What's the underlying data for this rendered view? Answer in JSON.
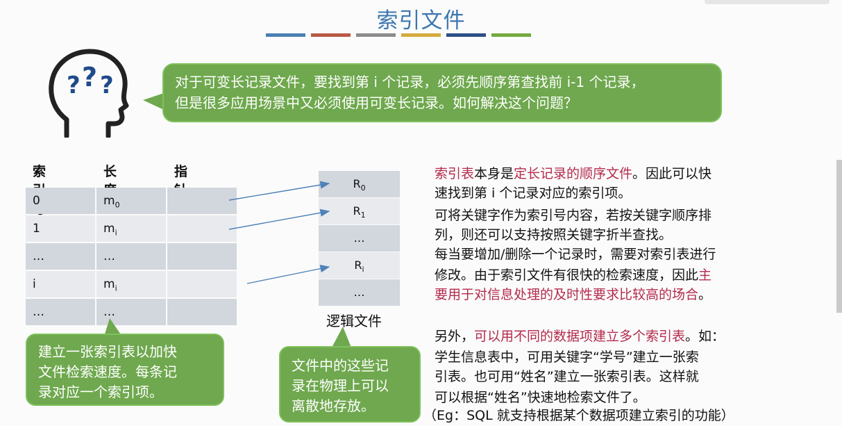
{
  "title": "索引文件",
  "color_bars": [
    "#4a7fb1",
    "#b85a46",
    "#8c8c8c",
    "#d4ab3d",
    "#2f4f86",
    "#74aa3f"
  ],
  "question_bubble": {
    "line1": "对于可变长记录文件，要找到第 i 个记录，必须先顺序第查找前 i-1 个记录，",
    "line2": "但是很多应用场景中又必须使用可变长记录。如何解决这个问题？"
  },
  "index_table": {
    "headers": [
      "索引号",
      "长度m",
      "指针ptr"
    ],
    "rows": [
      {
        "idx": "0",
        "len_base": "m",
        "len_sub": "0"
      },
      {
        "idx": "1",
        "len_base": "m",
        "len_sub": "i"
      },
      {
        "idx": "…",
        "len_base": "…",
        "len_sub": ""
      },
      {
        "idx": "i",
        "len_base": "m",
        "len_sub": "i"
      },
      {
        "idx": "…",
        "len_base": "…",
        "len_sub": ""
      }
    ]
  },
  "logical_file": {
    "cells": [
      {
        "base": "R",
        "sub": "0"
      },
      {
        "base": "R",
        "sub": "1"
      },
      {
        "base": "…",
        "sub": ""
      },
      {
        "base": "R",
        "sub": "i"
      },
      {
        "base": "…",
        "sub": ""
      }
    ],
    "caption": "逻辑文件"
  },
  "note_left": {
    "line1": "建立一张索引表以加快",
    "line2": "文件检索速度。每条记",
    "line3": "录对应一个索引项。"
  },
  "note_mid": {
    "line1": "文件中的这些记",
    "line2": "录在物理上可以",
    "line3": "离散地存放。"
  },
  "right_text": {
    "p1_hl1": "索引表",
    "p1_t1": "本身是",
    "p1_hl2": "定长记录的顺序文件",
    "p1_t2": "。因此可以快",
    "p1_l2": "速找到第 i 个记录对应的索引项。",
    "p2_l1": "可将关键字作为索引号内容，若按关键字顺序排",
    "p2_l2": "列，则还可以支持按照关键字折半查找。",
    "p3_l1": "每当要增加/删除一个记录时，需要对索引表进行",
    "p3_l2_t": "修改。由于索引文件有很快的检索速度，因此",
    "p3_l2_hl": "主",
    "p3_l3_hl": "要用于对信息处理的及时性要求比较高的场合",
    "p3_l3_t": "。",
    "p4_l1_t1": "另外，",
    "p4_l1_hl": "可以用不同的数据项建立多个索引表",
    "p4_l1_t2": "。如：",
    "p4_l2": "学生信息表中，可用关键字“学号”建立一张索",
    "p4_l3": "引表。也可用“姓名”建立一张索引表。这样就",
    "p4_l4": "可以根据“姓名”快速地检索文件了。",
    "p5": "（Eg：SQL 就支持根据某个数据项建立索引的功能）"
  }
}
